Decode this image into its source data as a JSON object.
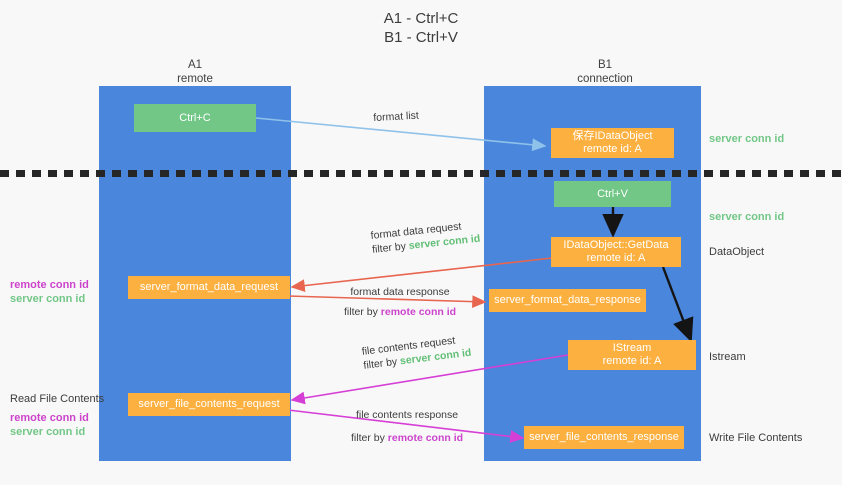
{
  "title": {
    "line1": "A1 - Ctrl+C",
    "line2": "B1 - Ctrl+V"
  },
  "columns": {
    "left": {
      "name": "A1",
      "role": "remote"
    },
    "right": {
      "name": "B1",
      "role": "connection"
    }
  },
  "boxes": {
    "ctrl_c": {
      "label": "Ctrl+C"
    },
    "save_idataobject": {
      "line1": "保存IDataObject",
      "line2": "remote id: A"
    },
    "ctrl_v": {
      "label": "Ctrl+V"
    },
    "getdata": {
      "line1": "IDataObject::GetData",
      "line2": "remote id: A"
    },
    "server_format_request": {
      "label": "server_format_data_request"
    },
    "server_format_response": {
      "label": "server_format_data_response"
    },
    "istream": {
      "line1": "IStream",
      "line2": "remote id: A"
    },
    "server_file_request": {
      "label": "server_file_contents_request"
    },
    "server_file_response": {
      "label": "server_file_contents_response"
    }
  },
  "edges": {
    "format_list": {
      "label": "format list"
    },
    "format_data_request": {
      "label": "format data request",
      "filter_prefix": "filter by ",
      "filter_key": "server conn id"
    },
    "format_data_response": {
      "label": "format data response",
      "filter_prefix": "filter by ",
      "filter_key": "remote conn id"
    },
    "file_contents_request": {
      "label": "file contents request",
      "filter_prefix": "filter by ",
      "filter_key": "server conn id"
    },
    "file_contents_response": {
      "label": "file contents response",
      "filter_prefix": "filter by ",
      "filter_key": "remote conn id"
    }
  },
  "annotations": {
    "server_conn_id_top": "server conn id",
    "server_conn_id_mid": "server conn id",
    "dataobject": "DataObject",
    "istream": "Istream",
    "write_file_contents": "Write File Contents",
    "read_file_contents": "Read File Contents",
    "remote_conn_id": "remote conn id",
    "server_conn_id": "server conn id"
  },
  "colors": {
    "lane": "#4a86dc",
    "green_box": "#72c787",
    "orange_box": "#fbb040",
    "green_text": "#72c787",
    "magenta_text": "#cc44cc",
    "wire_blue": "#8fc2ea",
    "wire_red": "#e8654f",
    "wire_magenta": "#d63fd6",
    "wire_black": "#141414",
    "background": "#f8f8f8"
  }
}
